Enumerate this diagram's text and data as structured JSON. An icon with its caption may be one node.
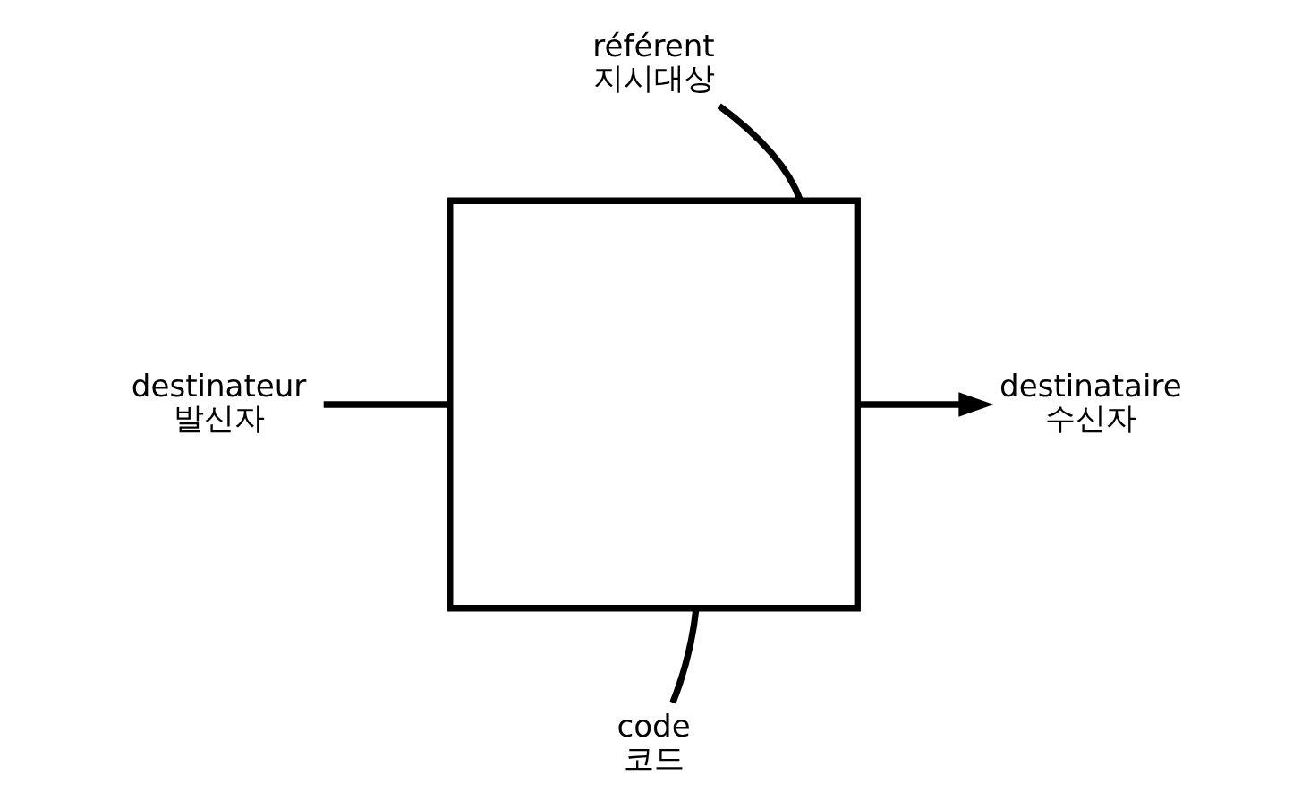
{
  "diagram": {
    "nodes": [
      {
        "text": [
          "destinateur",
          "발신자"
        ]
      },
      {
        "text": [],
        "shape": "box"
      },
      {
        "text": [
          "destinataire",
          "수신자"
        ]
      },
      {
        "text": [
          "référent",
          "지시대상"
        ]
      },
      {
        "text": [
          "code",
          "코드"
        ]
      }
    ],
    "edges": [
      {
        "from": 0,
        "to": 1,
        "arrow": "none"
      },
      {
        "from": 1,
        "to": 2,
        "arrow": "to"
      },
      {
        "from": 3,
        "to": 1,
        "arrow": "none"
      },
      {
        "from": 4,
        "to": 1,
        "arrow": "none"
      }
    ]
  }
}
